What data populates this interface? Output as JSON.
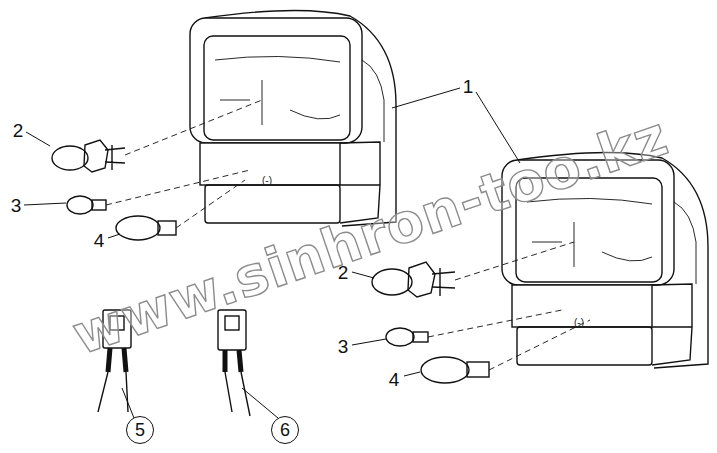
{
  "diagram": {
    "nodes": [
      {
        "text": [
          "5"
        ]
      },
      {
        "text": [
          "6"
        ]
      }
    ],
    "labels": [
      "1",
      "2",
      "3",
      "4",
      "(-)",
      "2",
      "3",
      "4",
      "(-)",
      "www.sinhron-too.kz"
    ]
  }
}
